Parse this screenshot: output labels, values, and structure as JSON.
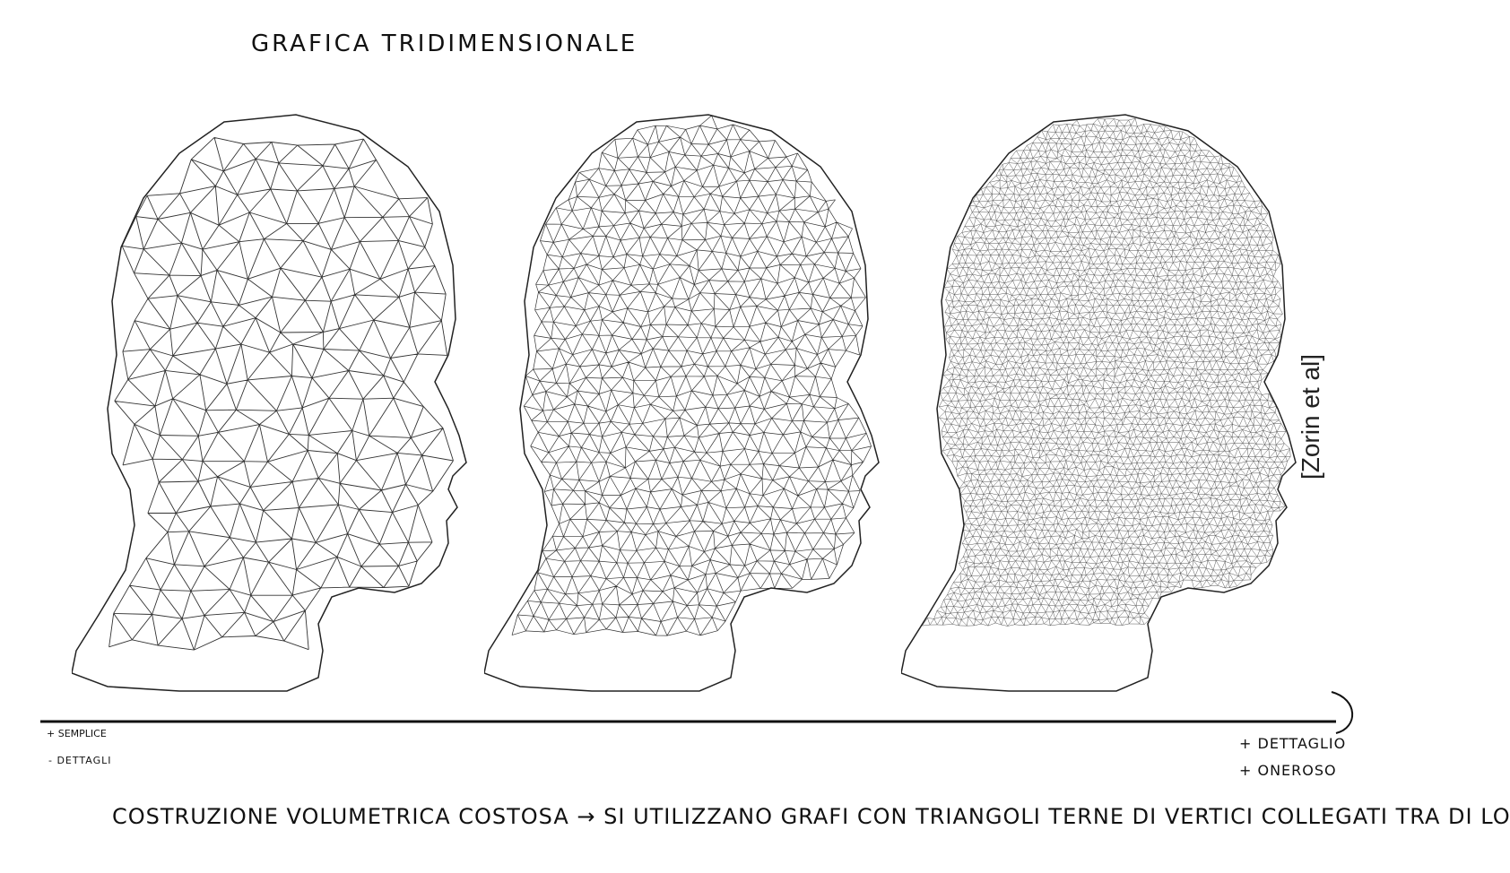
{
  "title": "GRAFICA TRIDIMENSIONALE",
  "citation": "[Zorin et al]",
  "heads": [
    {
      "name": "coarse-mesh-head",
      "detail": "low"
    },
    {
      "name": "medium-mesh-head",
      "detail": "medium"
    },
    {
      "name": "fine-mesh-head",
      "detail": "high"
    }
  ],
  "axis": {
    "left_top": "+ SEMPLICE",
    "left_bottom": "- DETTAGLI",
    "right_top": "+ DETTAGLIO",
    "right_bottom": "+ ONEROSO"
  },
  "note": "COSTRUZIONE VOLUMETRICA COSTOSA → SI UTILIZZANO GRAFI CON TRIANGOLI TERNE DI VERTICI COLLEGATI TRA DI LORO"
}
